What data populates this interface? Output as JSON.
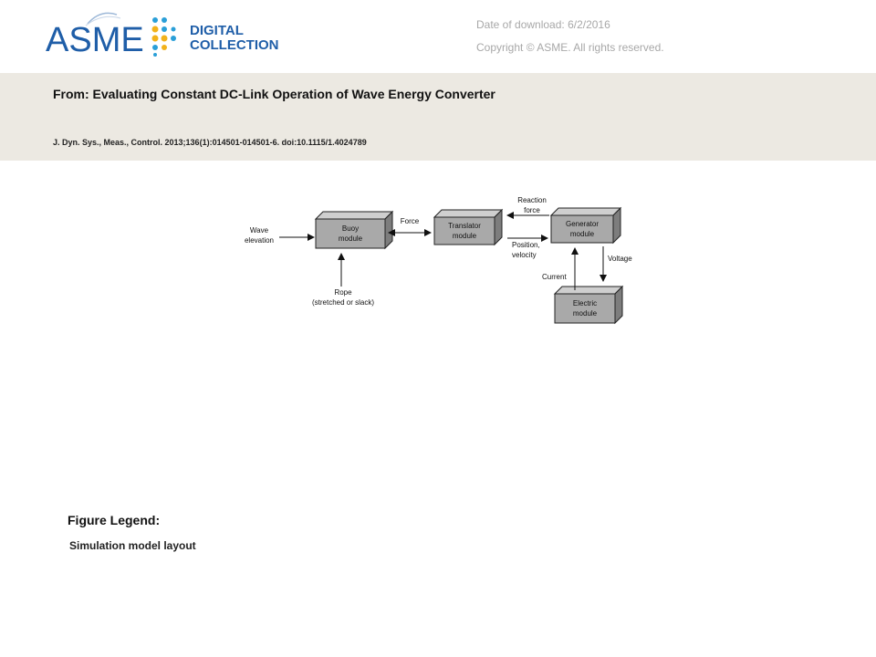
{
  "header": {
    "logo_text": "ASME",
    "logo_sub_1": "DIGITAL",
    "logo_sub_2": "COLLECTION",
    "date_label": "Date of download:  6/2/2016",
    "copyright": "Copyright © ASME. All rights reserved."
  },
  "article": {
    "title": "From: Evaluating Constant DC-Link Operation of Wave Energy Converter",
    "citation": "J. Dyn. Sys., Meas., Control. 2013;136(1):014501-014501-6. doi:10.1115/1.4024789"
  },
  "diagram": {
    "boxes": {
      "buoy_1": "Buoy",
      "buoy_2": "module",
      "translator_1": "Translator",
      "translator_2": "module",
      "generator_1": "Generator",
      "generator_2": "module",
      "electric_1": "Electric",
      "electric_2": "module"
    },
    "labels": {
      "wave_1": "Wave",
      "wave_2": "elevation",
      "force": "Force",
      "reaction_1": "Reaction",
      "reaction_2": "force",
      "position_1": "Position,",
      "position_2": "velocity",
      "voltage": "Voltage",
      "current": "Current",
      "rope_1": "Rope",
      "rope_2": "(stretched or slack)"
    }
  },
  "legend": {
    "title": "Figure Legend:",
    "text": "Simulation model layout"
  },
  "colors": {
    "band": "#ece9e2",
    "asme_blue": "#1f5ea8",
    "dot_yellow": "#f2b21b",
    "dot_blue": "#2a9fd8",
    "box_fill": "#a9a9a9"
  }
}
